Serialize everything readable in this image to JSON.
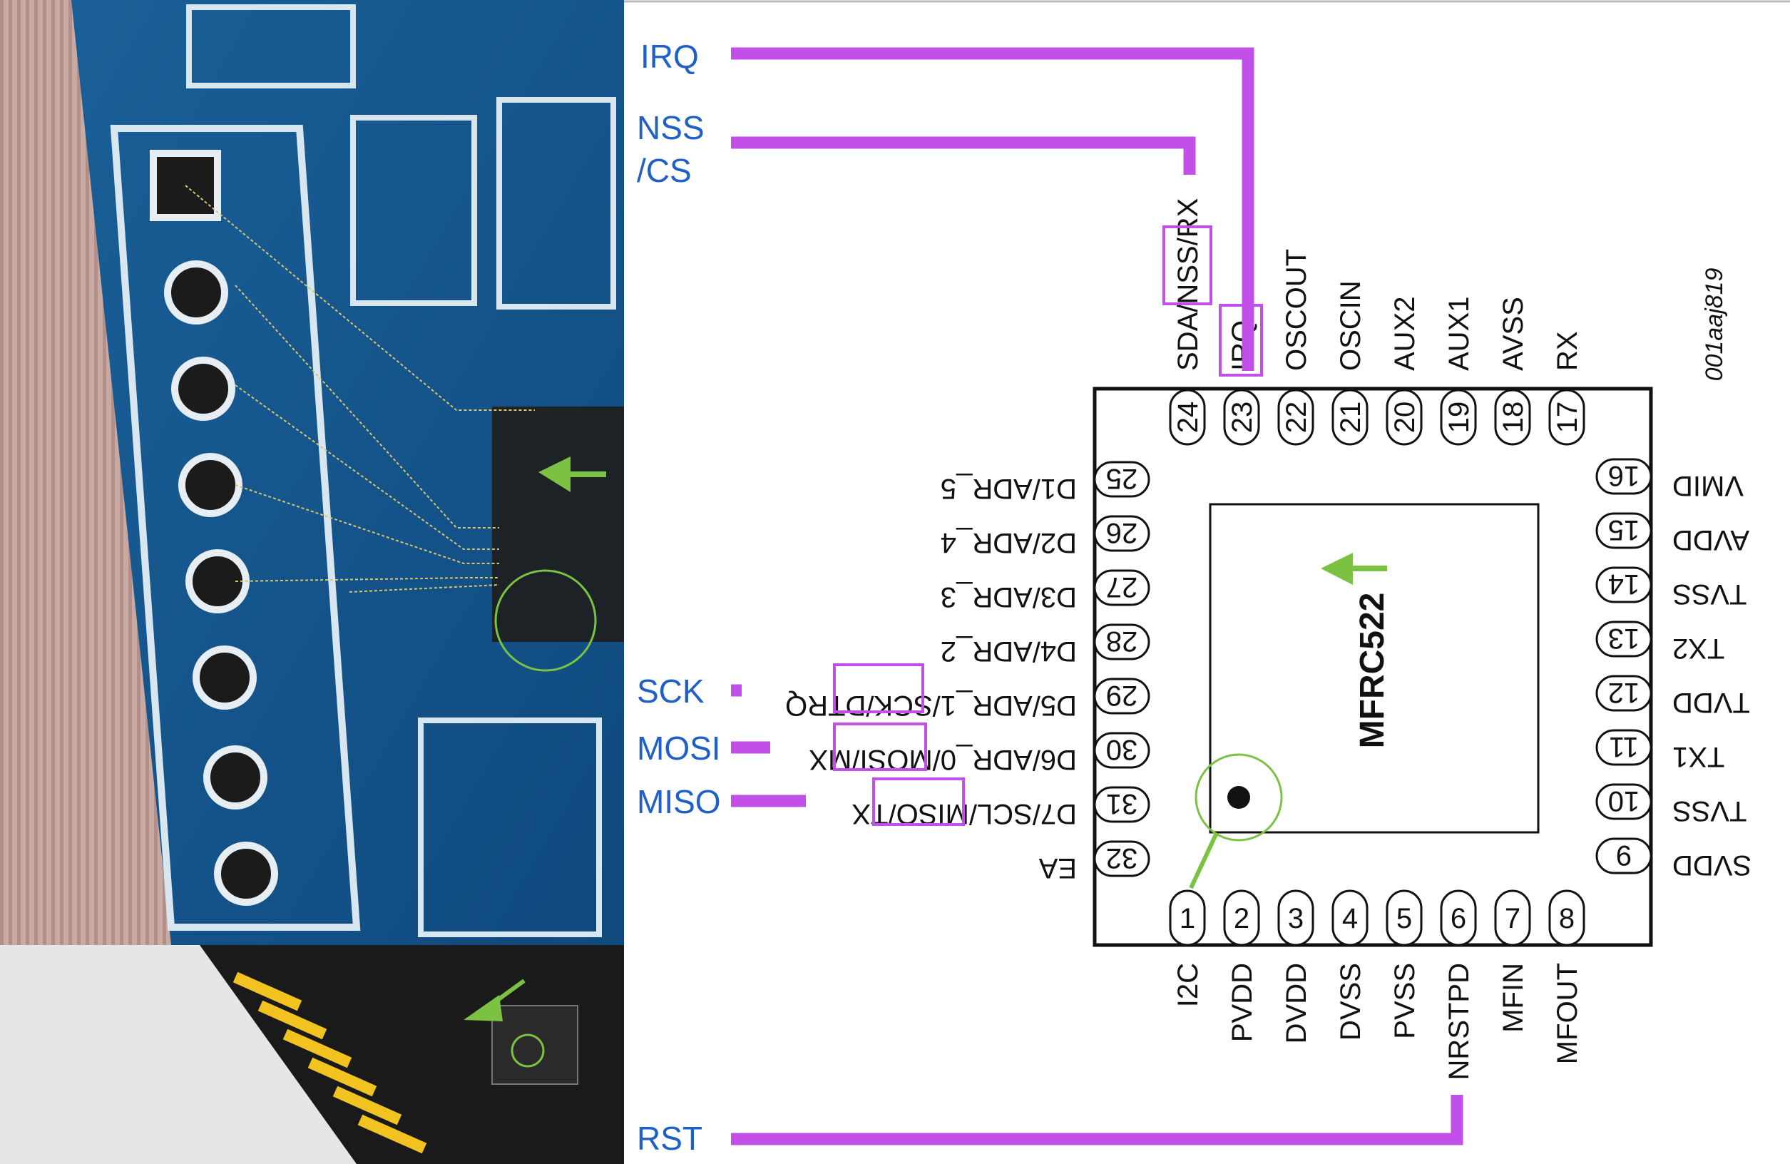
{
  "chip": {
    "name": "MFRC522",
    "figure_id": "001aaj819"
  },
  "colors": {
    "wire": "#c14fe8",
    "label": "#1f5fc8",
    "annot": "#7cc242",
    "ink": "#111111"
  },
  "signals": [
    {
      "name": "irq",
      "lines": [
        "IRQ"
      ]
    },
    {
      "name": "nss",
      "lines": [
        "NSS",
        "/CS"
      ]
    },
    {
      "name": "sck",
      "lines": [
        "SCK"
      ]
    },
    {
      "name": "mosi",
      "lines": [
        "MOSI"
      ]
    },
    {
      "name": "miso",
      "lines": [
        "MISO"
      ]
    },
    {
      "name": "rst",
      "lines": [
        "RST"
      ]
    }
  ],
  "pins": {
    "bottom": [
      {
        "num": "1",
        "name": "I2C"
      },
      {
        "num": "2",
        "name": "PVDD"
      },
      {
        "num": "3",
        "name": "DVDD"
      },
      {
        "num": "4",
        "name": "DVSS"
      },
      {
        "num": "5",
        "name": "PVSS"
      },
      {
        "num": "6",
        "name": "NRSTPD"
      },
      {
        "num": "7",
        "name": "MFIN"
      },
      {
        "num": "8",
        "name": "MFOUT"
      }
    ],
    "right": [
      {
        "num": "9",
        "name": "SVDD"
      },
      {
        "num": "10",
        "name": "TVSS"
      },
      {
        "num": "11",
        "name": "TX1"
      },
      {
        "num": "12",
        "name": "TVDD"
      },
      {
        "num": "13",
        "name": "TX2"
      },
      {
        "num": "14",
        "name": "TVSS"
      },
      {
        "num": "15",
        "name": "AVDD"
      },
      {
        "num": "16",
        "name": "VMID"
      }
    ],
    "top": [
      {
        "num": "17",
        "name": "RX"
      },
      {
        "num": "18",
        "name": "AVSS"
      },
      {
        "num": "19",
        "name": "AUX1"
      },
      {
        "num": "20",
        "name": "AUX2"
      },
      {
        "num": "21",
        "name": "OSCIN"
      },
      {
        "num": "22",
        "name": "OSCOUT"
      },
      {
        "num": "23",
        "name": "IRQ"
      },
      {
        "num": "24",
        "name": "SDA/NSS/RX"
      }
    ],
    "left": [
      {
        "num": "25",
        "name": "D1/ADR_5"
      },
      {
        "num": "26",
        "name": "D2/ADR_4"
      },
      {
        "num": "27",
        "name": "D3/ADR_3"
      },
      {
        "num": "28",
        "name": "D4/ADR_2"
      },
      {
        "num": "29",
        "name": "D5/ADR_1/SCK/DTRQ"
      },
      {
        "num": "30",
        "name": "D6/ADR_0/MOSI/MX"
      },
      {
        "num": "31",
        "name": "D7/SCL/MISO/TX"
      },
      {
        "num": "32",
        "name": "EA"
      }
    ]
  }
}
